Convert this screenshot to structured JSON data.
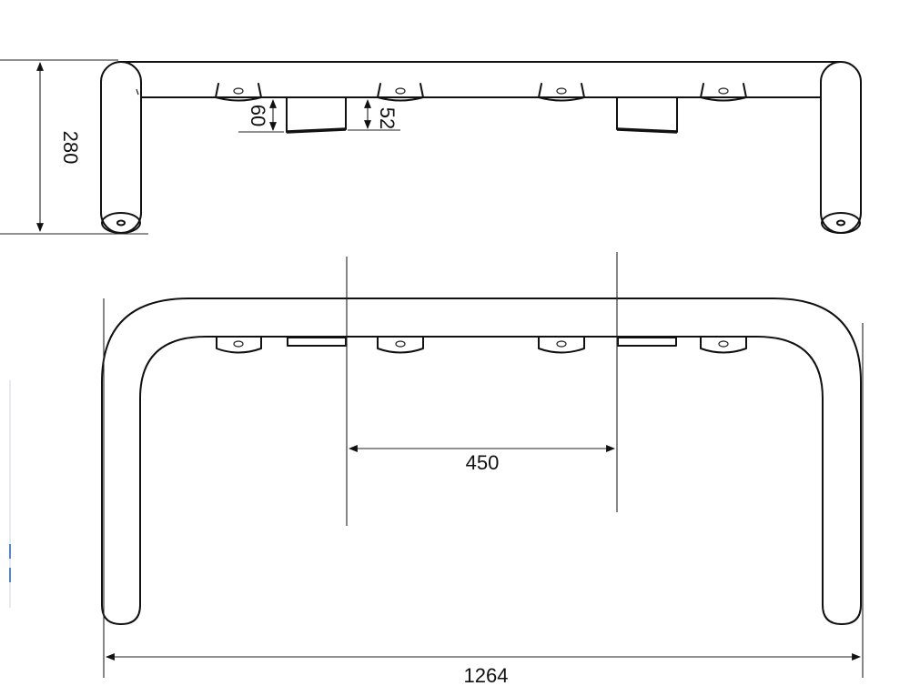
{
  "dimensions": {
    "height_total": "280",
    "bracket_depth_left": "60",
    "bracket_depth_right": "52",
    "bracket_spacing": "450",
    "overall_width": "1264"
  },
  "colors": {
    "line": "#111111",
    "accent_mark": "#1f5fa8"
  }
}
